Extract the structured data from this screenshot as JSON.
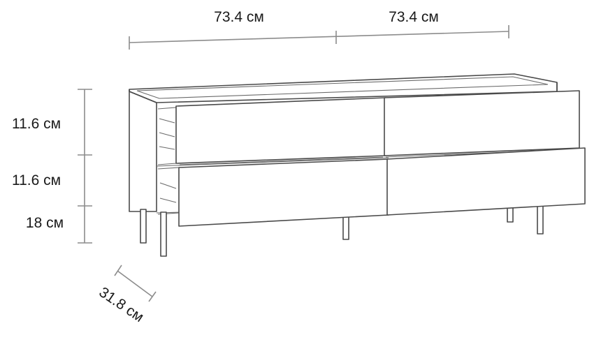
{
  "dimensions": {
    "width_left": "73.4 см",
    "width_right": "73.4 см",
    "height_top_drawer": "11.6 см",
    "height_bottom_drawer": "11.6 см",
    "height_legs": "18 см",
    "depth": "31.8 см"
  }
}
